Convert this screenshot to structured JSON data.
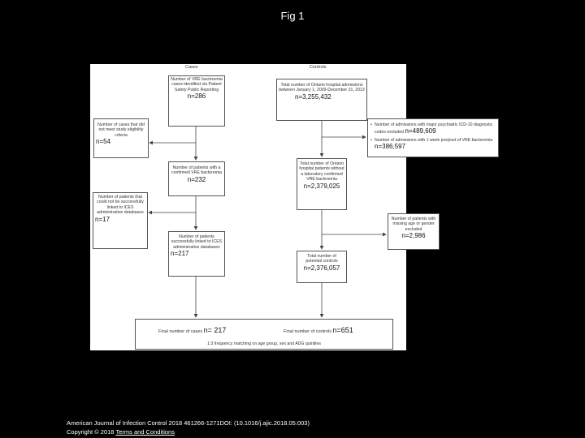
{
  "slide_title": "Fig 1",
  "columns": {
    "cases": "Cases",
    "controls": "Controls"
  },
  "boxes": {
    "vre_cases": {
      "text": "Number of VRE bacteremia cases identified via Patient Safety Public Reporting",
      "n": "n=286"
    },
    "not_eligible": {
      "text": "Number of cases that did not meet study eligibility criteria",
      "n": "n=54"
    },
    "confirmed": {
      "text": "Number of patients with a confirmed VRE bacteremia",
      "n": "n=232"
    },
    "not_linked": {
      "text": "Number of patients that could not be successfully linked to ICES administrative databases",
      "n": "n=17"
    },
    "linked": {
      "text": "Number of patients successfully linked to ICES administrative databases",
      "n": "n=217"
    },
    "total_admissions": {
      "text": "Total number of Ontario hospital admissions between January 1, 2009-December 31, 2013",
      "n": "n=3,255,432"
    },
    "without_vre": {
      "text": "Total number of Ontario hospital patients without a laboratory confirmed VRE bacteremia",
      "n": "n=2,379,025"
    },
    "missing_age": {
      "text": "Number of patients with missing age or gender excluded",
      "n": "n=2,986"
    },
    "potential_controls": {
      "text": "Total number of potential controls",
      "n": "n=2,376,057"
    }
  },
  "exclusions": [
    {
      "text": "Number of admissions with major psychiatric ICD-10 diagnostic codes excluded",
      "n": "n=489,609"
    },
    {
      "text": "Number of admissions with 1 week pre/post of VRE bacteremia",
      "n": "n=386,597"
    }
  ],
  "final": {
    "cases_label": "Final number of cases",
    "cases_n": "n= 217",
    "controls_label": "Final number of controls",
    "controls_n": "n=651",
    "matching": "1:3 frequency matching on age group, sex and ADG quintiles"
  },
  "caption": {
    "citation": "American Journal of Infection Control 2018 461266-1271DOI: (10.1016/j.ajic.2018.05.003)",
    "copyright": "Copyright © 2018",
    "terms_link": "Terms and Conditions"
  }
}
